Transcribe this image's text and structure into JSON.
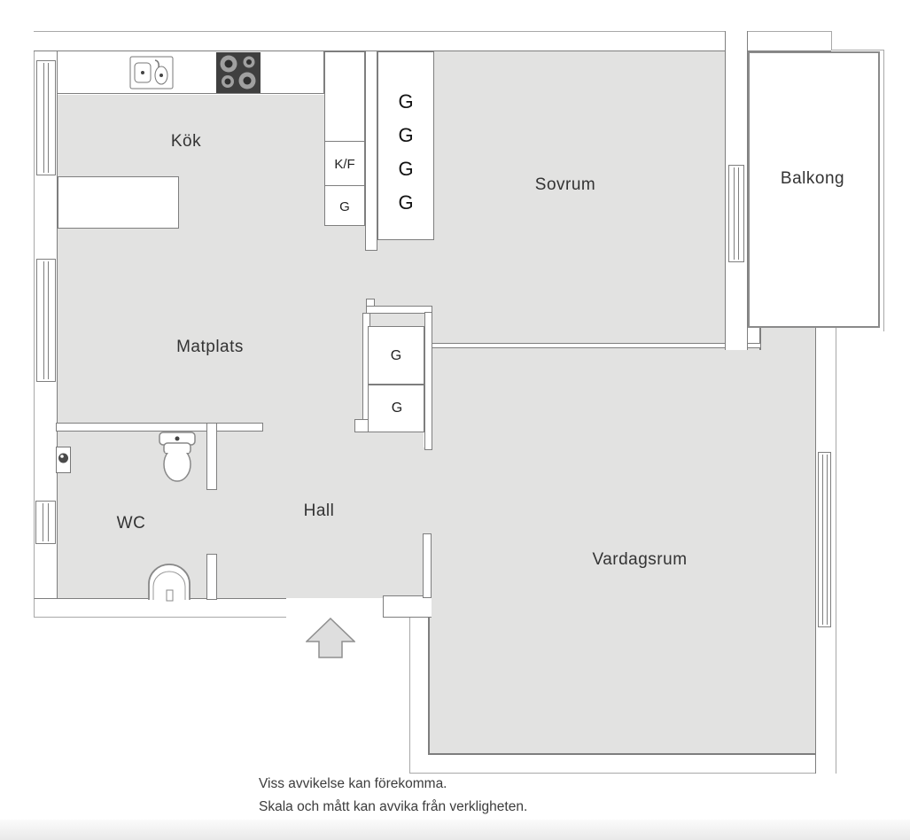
{
  "rooms": {
    "kok": {
      "label": "Kök"
    },
    "matplats": {
      "label": "Matplats"
    },
    "sovrum": {
      "label": "Sovrum"
    },
    "balkong": {
      "label": "Balkong"
    },
    "wc": {
      "label": "WC"
    },
    "hall": {
      "label": "Hall"
    },
    "vardagsrum": {
      "label": "Vardagsrum"
    }
  },
  "storage": {
    "fridge_freezer": "K/F",
    "kitchen_wardrobe": "G",
    "bedroom_wardrobes": [
      "G",
      "G",
      "G",
      "G"
    ],
    "hall_wardrobes": [
      "G",
      "G"
    ]
  },
  "disclaimer": {
    "line1": "Viss avvikelse kan förekomma.",
    "line2": "Skala och mått kan avvika från verkligheten."
  },
  "colors": {
    "room_fill": "#e2e2e1",
    "wall_line": "#7e7e7e",
    "outer_line": "#a8a8a8",
    "balcony_border": "#8a8a8a",
    "text": "#333333",
    "stove": "#3f3f3f",
    "arrow_fill": "#dedede"
  }
}
